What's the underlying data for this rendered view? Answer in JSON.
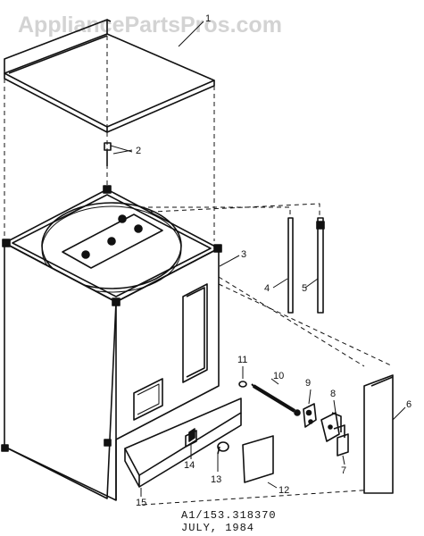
{
  "watermark": "AppliancePartsPros.com",
  "caption": {
    "line1": "A1/153.318370",
    "line2": "JULY, 1984"
  },
  "callouts": [
    "1",
    "2",
    "3",
    "4",
    "5",
    "6",
    "7",
    "8",
    "9",
    "10",
    "11",
    "12",
    "13",
    "14",
    "15"
  ]
}
